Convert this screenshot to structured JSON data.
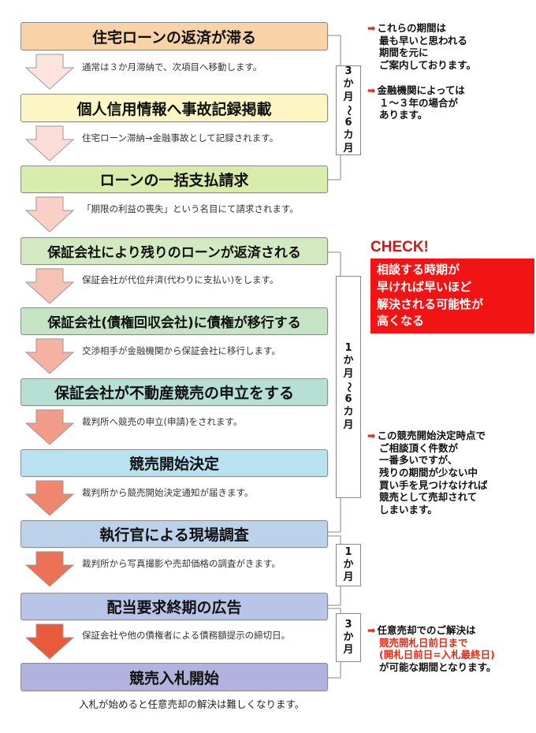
{
  "steps": [
    {
      "title": "住宅ローンの返済が滞る",
      "note": "通常は３か月滞納で、次項目へ移動します。"
    },
    {
      "title": "個人信用情報へ事故記録掲載",
      "note": "住宅ローン滞納→金融事故として記録されます。"
    },
    {
      "title": "ローンの一括支払請求",
      "note": "「期限の利益の喪失」という名目にて請求されます。"
    },
    {
      "title": "保証会社により残りのローンが返済される",
      "note": "保証会社が代位弁済(代わりに支払い)をします。"
    },
    {
      "title": "保証会社(債権回収会社)に債権が移行する",
      "note": "交渉相手が金融機関から保証会社に移行します。"
    },
    {
      "title": "保証会社が不動産競売の申立をする",
      "note": "裁判所へ競売の申立(申請)をされます。"
    },
    {
      "title": "競売開始決定",
      "note": "裁判所から競売開始決定通知が届きます。"
    },
    {
      "title": "執行官による現場調査",
      "note": "裁判所から写真撮影や売却価格の調査がきます。"
    },
    {
      "title": "配当要求終期の広告",
      "note": "保証会社や他の債権者による債務額提示の締切日。"
    },
    {
      "title": "競売入札開始",
      "note": ""
    }
  ],
  "periods": [
    {
      "chars": [
        "3",
        "か",
        "月",
        "～",
        "6",
        "カ",
        "月"
      ]
    },
    {
      "chars": [
        "1",
        "か",
        "月",
        "～",
        "6",
        "カ",
        "月"
      ]
    },
    {
      "chars": [
        "1",
        "か",
        "月"
      ]
    },
    {
      "chars": [
        "3",
        "か",
        "月"
      ]
    }
  ],
  "side_notes": {
    "mark": "➡",
    "note1": [
      "これらの期間は",
      "最も早いと思われる",
      "期間を元に",
      "ご案内しております。"
    ],
    "note2": [
      "金融機関によっては",
      "１～３年の場合が",
      "あります。"
    ],
    "note3": [
      "この競売開始決定時点で",
      "ご相談頂く件数が",
      "一番多いですが、",
      "残りの期間が少ない中",
      "買い手を見つけなければ",
      "競売として売却されて",
      "しまいます。"
    ],
    "note4_line1": "任意売却でのご解決は",
    "note4_red1": "競売開札日前日まで",
    "note4_red2": "(開札日前日=入札最終日)",
    "note4_line4": "が可能な期間となります。"
  },
  "check": {
    "title": "CHECK!",
    "lines": [
      "相談する時期が",
      "早ければ早いほど",
      "解決される可能性が",
      "高くなる"
    ]
  },
  "footer": "入札が始めると任意売却の解決は難しくなります。",
  "colors": {
    "step1": "#f9d3a8",
    "step2": "#fbf6c4",
    "step3": "#d8ecab",
    "step4": "#d3e9c2",
    "step5": "#c5e4c4",
    "step6": "#b6e0d4",
    "step7": "#b9e1f0",
    "step8": "#bbd2ea",
    "step9": "#b8c4e8",
    "step10": "#b1b2de",
    "check_red": "#f21414"
  }
}
